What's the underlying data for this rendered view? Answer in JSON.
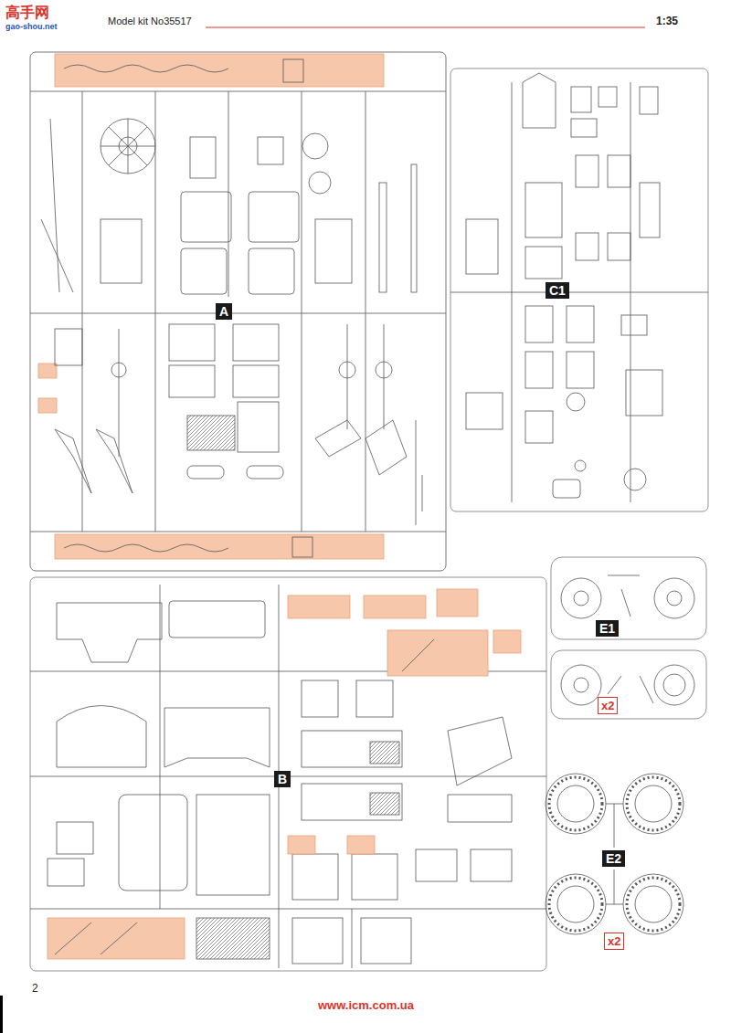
{
  "diagram": {
    "title": "Model kit No35517",
    "nodes": [
      {
        "text": [
          "A"
        ]
      },
      {
        "text": [
          "C1"
        ]
      },
      {
        "text": [
          "E1"
        ]
      },
      {
        "text": [
          "x2"
        ]
      },
      {
        "text": [
          "B"
        ]
      },
      {
        "text": [
          "E2"
        ]
      },
      {
        "text": [
          "x2"
        ]
      }
    ],
    "labels": [
      "1:35",
      "2",
      "www.icm.com.ua",
      "高手网",
      "gao-shou.net"
    ]
  }
}
